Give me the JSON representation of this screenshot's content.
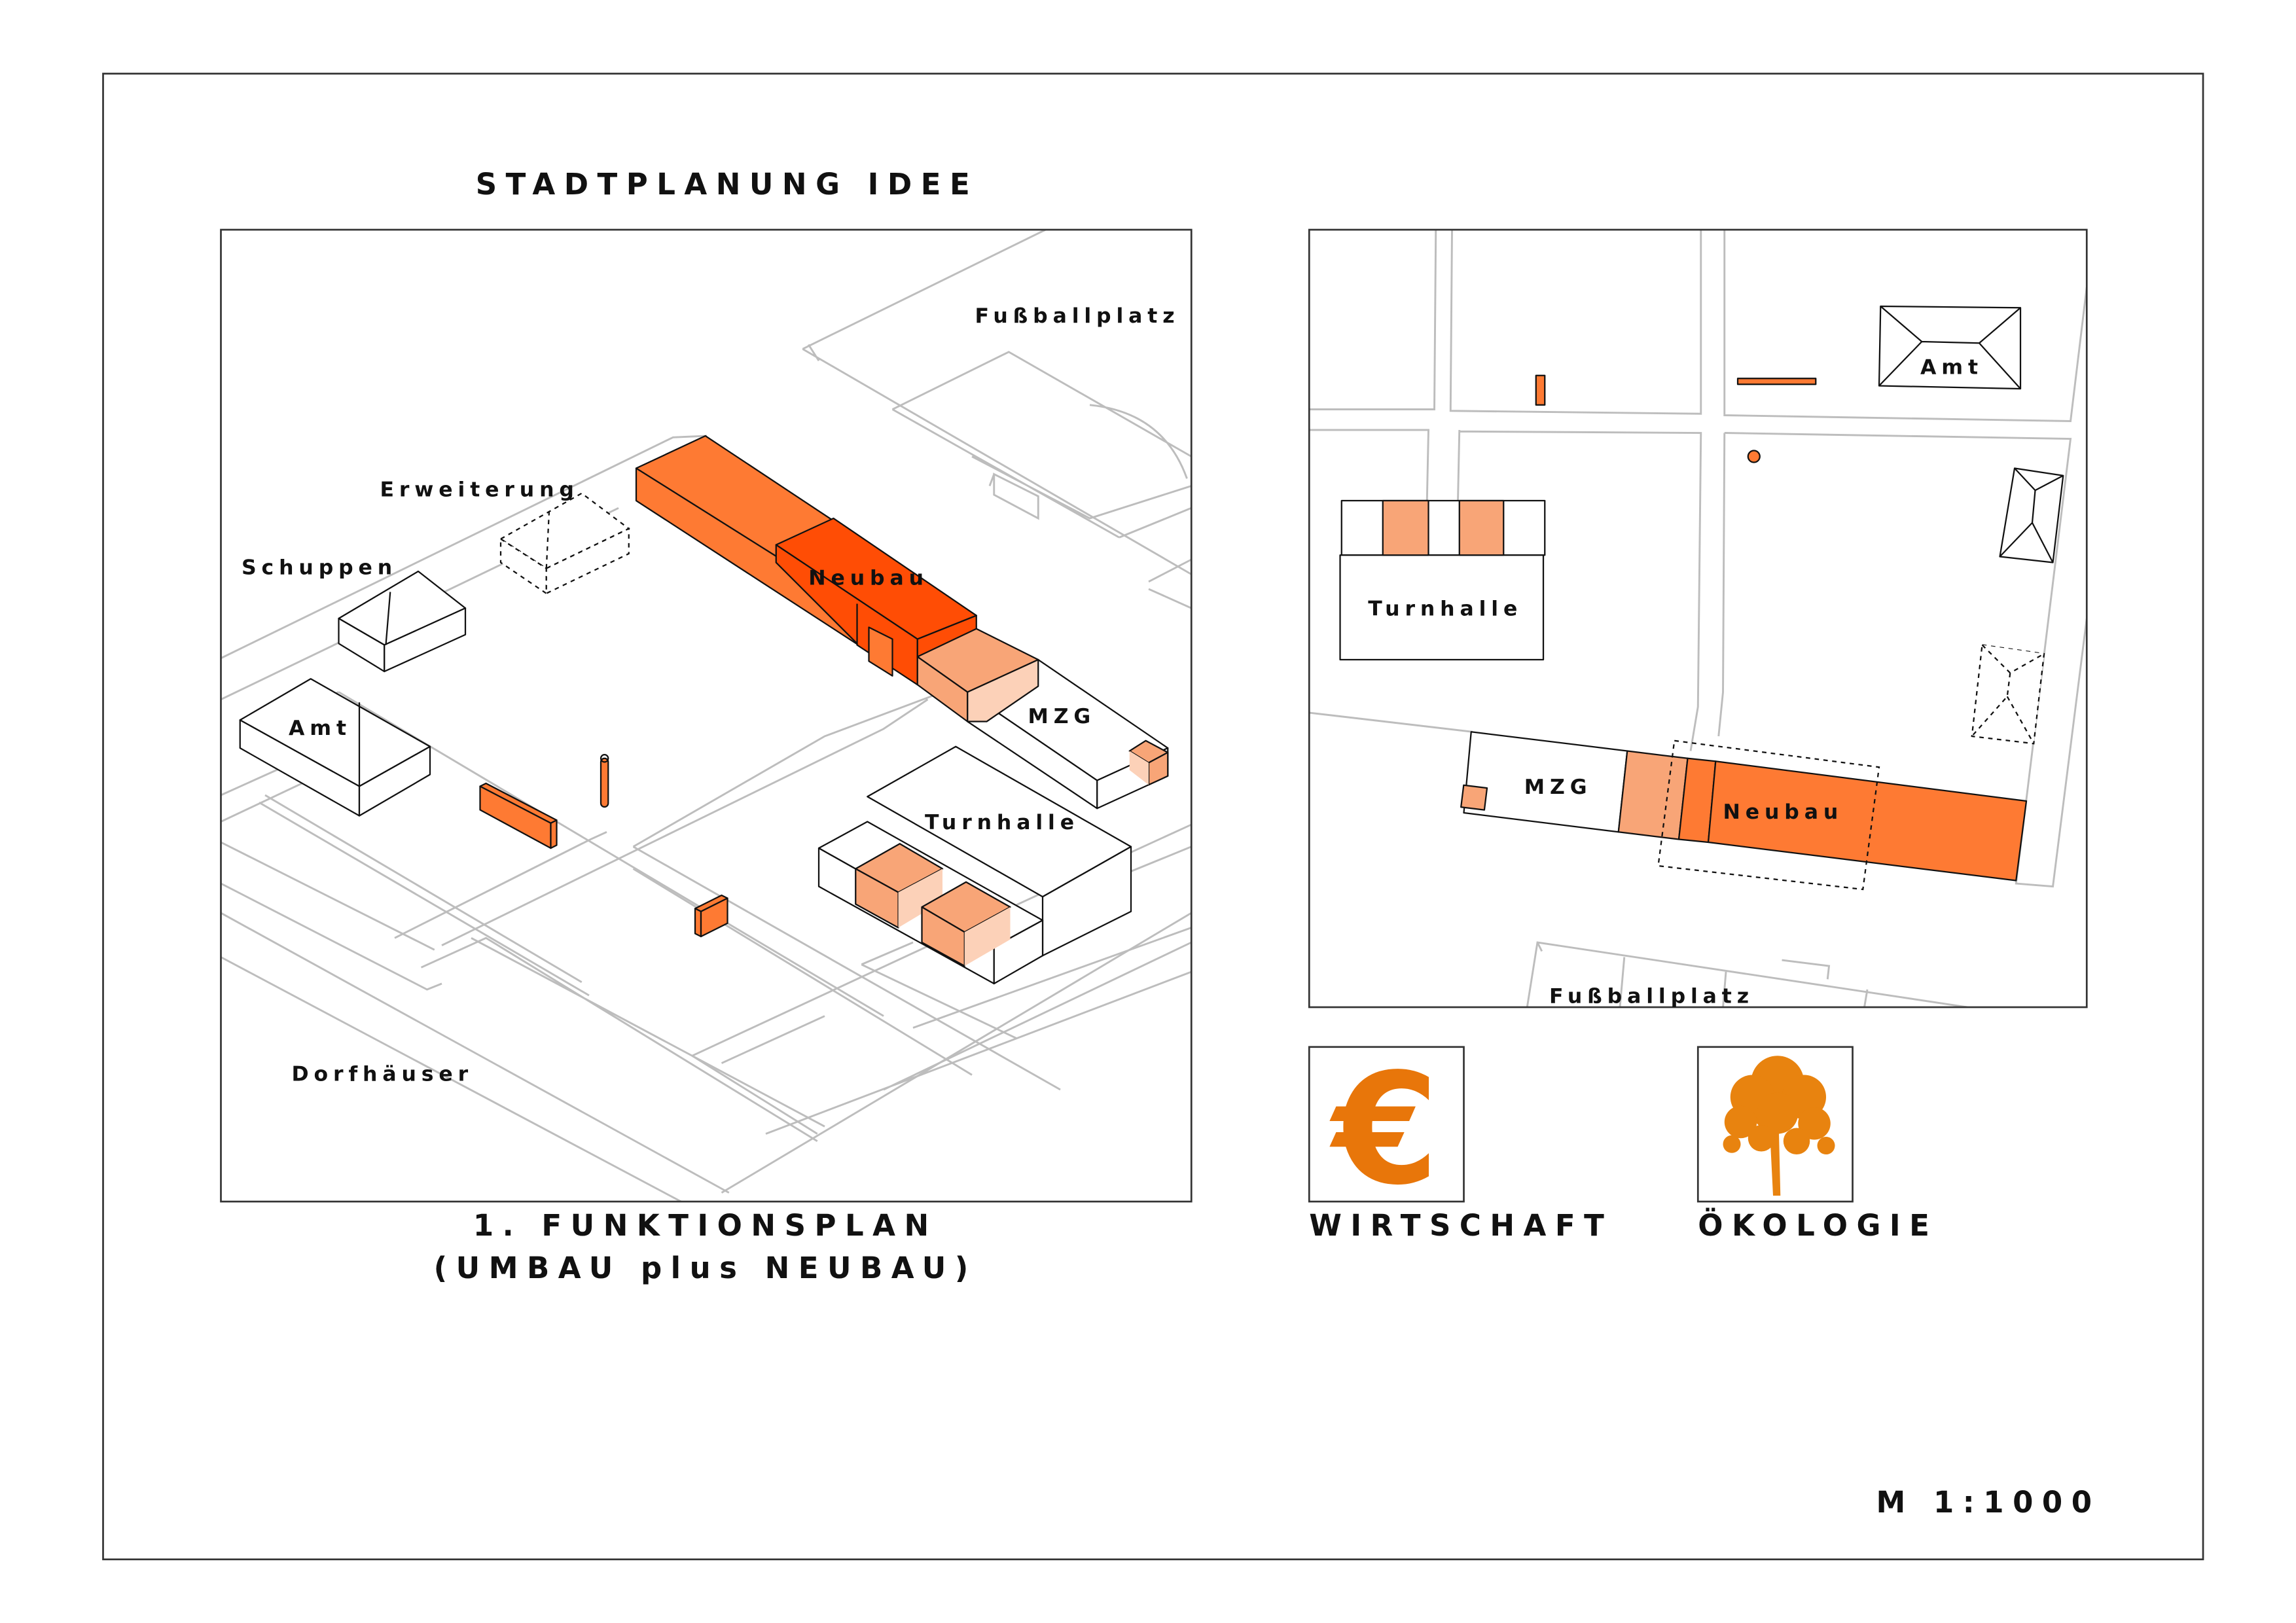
{
  "title": "STADTPLANUNG IDEE",
  "iso_plan": {
    "labels": {
      "fussballplatz": "Fußballplatz",
      "erweiterung": "Erweiterung",
      "schuppen": "Schuppen",
      "neubau": "Neubau",
      "amt": "Amt",
      "mzg": "MZG",
      "turnhalle": "Turnhalle",
      "dorfhaeuser": "Dorfhäuser"
    },
    "caption_line1": "1. FUNKTIONSPLAN",
    "caption_line2": "(UMBAU plus NEUBAU)"
  },
  "site_plan": {
    "labels": {
      "amt": "Amt",
      "turnhalle": "Turnhalle",
      "mzg": "MZG",
      "neubau": "Neubau",
      "fussballplatz": "Fußballplatz"
    }
  },
  "icons": {
    "economy": {
      "symbol": "€",
      "label": "WIRTSCHAFT",
      "icon": "euro-icon"
    },
    "ecology": {
      "label": "ÖKOLOGIE",
      "icon": "tree-icon"
    }
  },
  "scale": "M 1:1000",
  "colors": {
    "neubau_orange": "#fe7a33",
    "neubau_dark": "#ff4d05",
    "umbau_light": "#f8a577",
    "icon_orange": "#e8760a"
  }
}
